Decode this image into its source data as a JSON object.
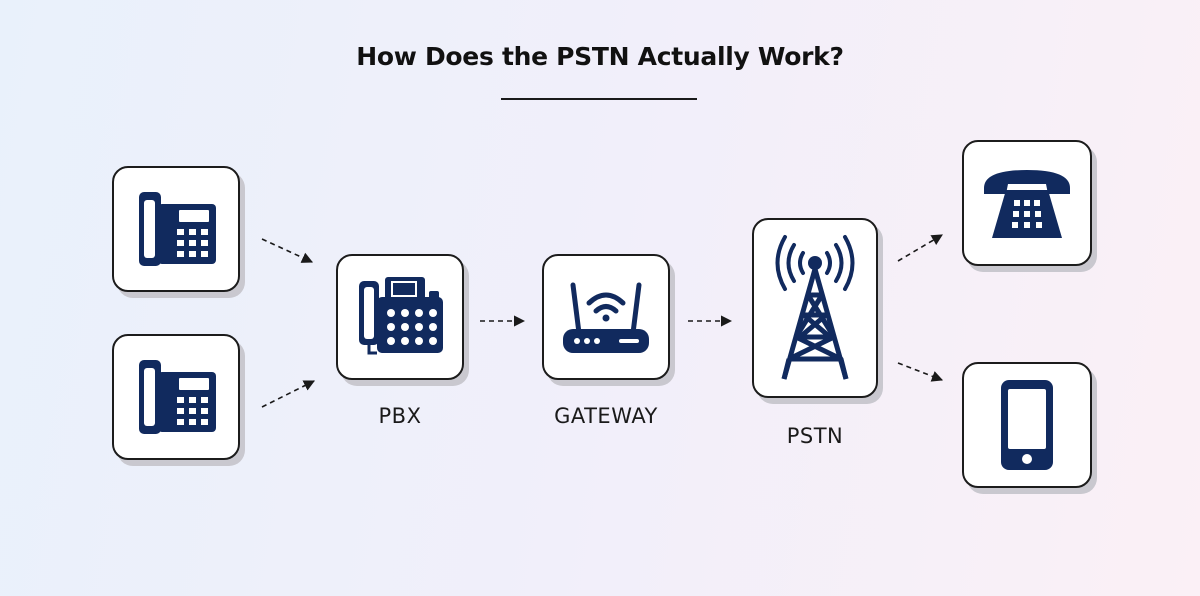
{
  "title": "How Does the PSTN Actually Work?",
  "colors": {
    "icon": "#112a5e",
    "card_border": "#1c1c1c",
    "card_shadow": "#c9c8cf",
    "arrow": "#1a1a1a"
  },
  "nodes": {
    "phone_top": {
      "icon": "desk-phone-icon",
      "label": ""
    },
    "phone_bottom": {
      "icon": "desk-phone-icon",
      "label": ""
    },
    "pbx": {
      "icon": "pbx-phone-icon",
      "label": "PBX"
    },
    "gateway": {
      "icon": "router-icon",
      "label": "GATEWAY"
    },
    "pstn": {
      "icon": "cell-tower-icon",
      "label": "PSTN"
    },
    "telephone": {
      "icon": "rotary-telephone-icon",
      "label": ""
    },
    "mobile": {
      "icon": "smartphone-icon",
      "label": ""
    }
  },
  "edges": [
    {
      "from": "phone_top",
      "to": "pbx"
    },
    {
      "from": "phone_bottom",
      "to": "pbx"
    },
    {
      "from": "pbx",
      "to": "gateway"
    },
    {
      "from": "gateway",
      "to": "pstn"
    },
    {
      "from": "pstn",
      "to": "telephone"
    },
    {
      "from": "pstn",
      "to": "mobile"
    }
  ]
}
